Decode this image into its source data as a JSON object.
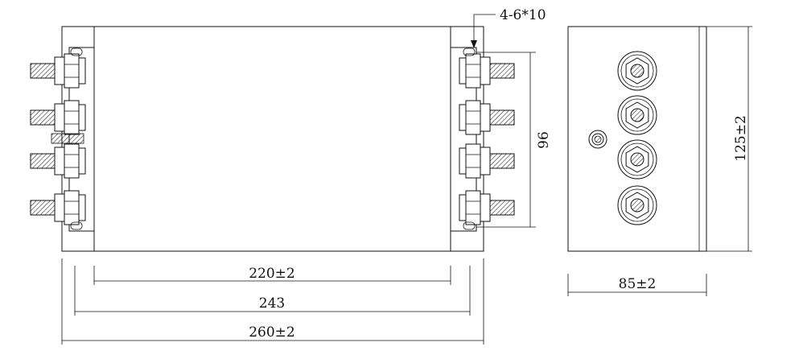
{
  "labels": {
    "hole_spec": "4-6*10",
    "terminal_pitch": "96",
    "height": "125±2",
    "width": "85±2",
    "body_length": "220±2",
    "mount_length": "243",
    "overall_length": "260±2"
  },
  "colors": {
    "line": "#111111",
    "background": "#ffffff"
  }
}
